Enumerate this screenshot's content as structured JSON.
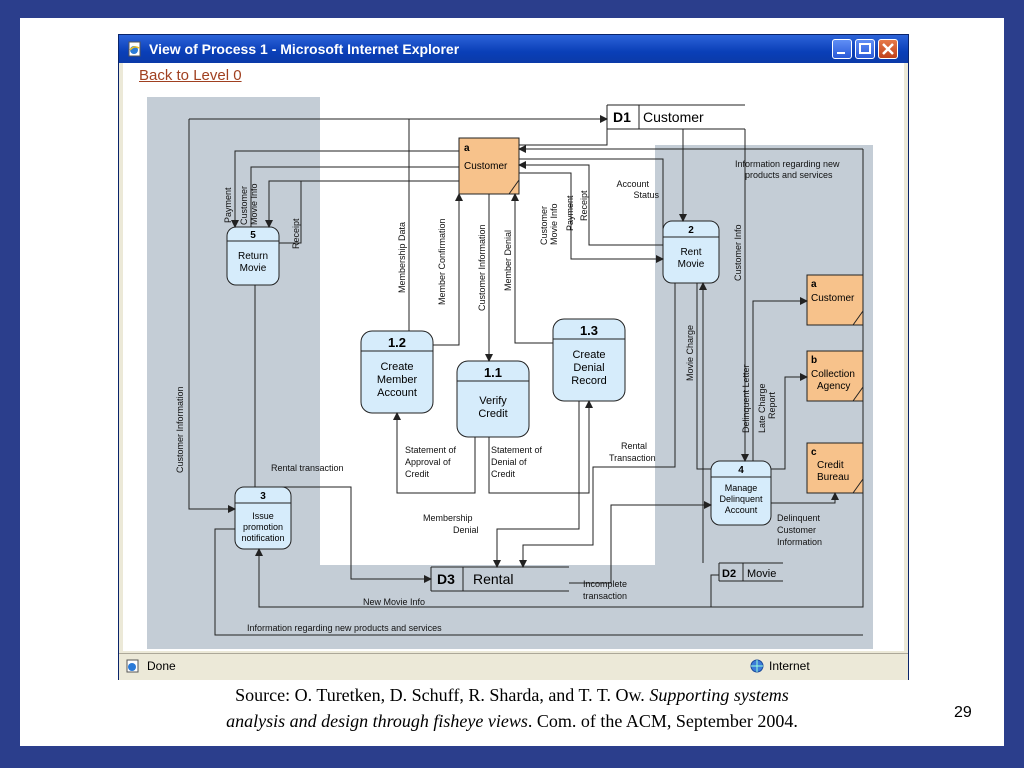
{
  "window": {
    "title": "View of Process 1 - Microsoft Internet Explorer",
    "back_link": "Back to Level 0",
    "status_left": "Done",
    "status_right": "Internet"
  },
  "diagram": {
    "external_entities": {
      "customer_main": {
        "letter": "a",
        "name": "Customer"
      },
      "customer_right": {
        "letter": "a",
        "name": "Customer"
      },
      "collection": {
        "letter": "b",
        "name_line1": "Collection",
        "name_line2": "Agency"
      },
      "credit": {
        "letter": "c",
        "name_line1": "Credit",
        "name_line2": "Bureau"
      }
    },
    "processes": {
      "p12": {
        "id": "1.2",
        "line1": "Create",
        "line2": "Member",
        "line3": "Account"
      },
      "p11": {
        "id": "1.1",
        "line1": "Verify",
        "line2": "Credit"
      },
      "p13": {
        "id": "1.3",
        "line1": "Create",
        "line2": "Denial",
        "line3": "Record"
      },
      "p2": {
        "id": "2",
        "line1": "Rent",
        "line2": "Movie"
      },
      "p5": {
        "id": "5",
        "line1": "Return",
        "line2": "Movie"
      },
      "p3": {
        "id": "3",
        "line1": "Issue",
        "line2": "promotion",
        "line3": "notification"
      },
      "p4": {
        "id": "4",
        "line1": "Manage",
        "line2": "Delinquent",
        "line3": "Account"
      }
    },
    "data_stores": {
      "d1": {
        "id": "D1",
        "name": "Customer"
      },
      "d3": {
        "id": "D3",
        "name": "Rental"
      },
      "d2": {
        "id": "D2",
        "name": "Movie"
      }
    },
    "flows": {
      "payment": "Payment",
      "customer_movie_info_a": "Customer",
      "customer_movie_info_b": "Movie Info",
      "receipt": "Receipt",
      "membership_data": "Membership Data",
      "member_confirmation": "Member Confirmation",
      "customer_information": "Customer Information",
      "member_denial": "Member Denial",
      "account_status_a": "Account",
      "account_status_b": "Status",
      "info_new_products_a": "Information regarding new",
      "info_new_products_b": "products and services",
      "customer_info": "Customer Info",
      "movie_charge": "Movie Charge",
      "delinquent_letter": "Delinquent Letter",
      "late_charge_a": "Late Charge",
      "late_charge_b": "Report",
      "statement_approval_a": "Statement of",
      "statement_approval_b": "Approval of",
      "statement_approval_c": "Credit",
      "statement_denial_a": "Statement of",
      "statement_denial_b": "Denial of",
      "statement_denial_c": "Credit",
      "rental_transaction_left": "Rental transaction",
      "rental_transaction_a": "Rental",
      "rental_transaction_b": "Transaction",
      "membership_denial_a": "Membership",
      "membership_denial_b": "Denial",
      "delinquent_info_a": "Delinquent",
      "delinquent_info_b": "Customer",
      "delinquent_info_c": "Information",
      "incomplete_a": "Incomplete",
      "incomplete_b": "transaction",
      "new_movie_info": "New Movie Info",
      "info_new_products_bottom": "Information regarding new products and services",
      "customer_information_side": "Customer Information"
    }
  },
  "caption": {
    "part1": "Source: O. Turetken, D. Schuff, R. Sharda, and T. T. Ow. ",
    "part2_italic": "Supporting systems",
    "part3_italic": "analysis and design through fisheye views",
    "part4": ". Com. of the ACM, September 2004."
  },
  "page_number": "29",
  "colors": {
    "slide_border": "#2b3e8c",
    "titlebar": "#0a3fb8",
    "panel": "#c4cdd6",
    "process_fill": "#d6ecfb",
    "entity_fill": "#f7c28b"
  }
}
